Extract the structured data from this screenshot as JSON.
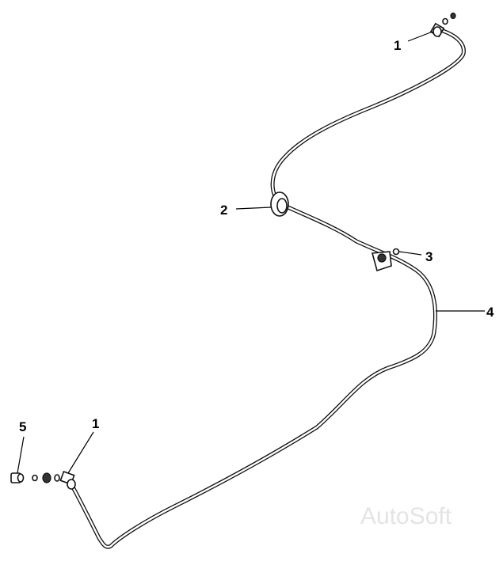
{
  "callouts": {
    "fitting_top": "1",
    "grommet": "2",
    "clip": "3",
    "tube": "4",
    "fitting_bottom": "1",
    "plug": "5"
  },
  "watermark": "AutoSoft"
}
